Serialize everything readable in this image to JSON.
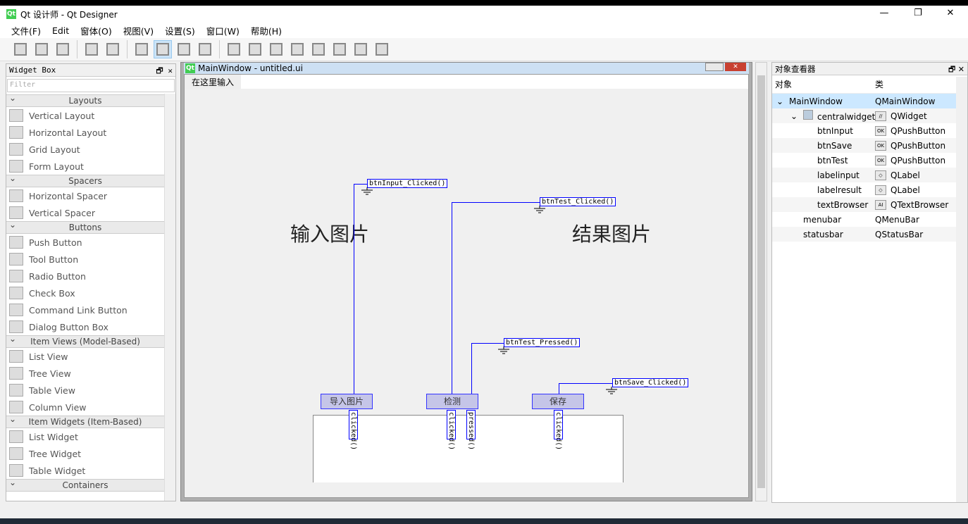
{
  "window": {
    "title": "Qt 设计师 - Qt Designer",
    "minimize": "—",
    "maximize": "❐",
    "close": "✕"
  },
  "menu": [
    "文件(F)",
    "Edit",
    "窗体(O)",
    "视图(V)",
    "设置(S)",
    "窗口(W)",
    "帮助(H)"
  ],
  "toolbar": [
    "new-file-icon",
    "open-folder-icon",
    "save-icon",
    "send-back-icon",
    "bring-front-icon",
    "edit-widgets-icon",
    "edit-signals-slots-icon",
    "edit-buddies-icon",
    "edit-tab-order-icon",
    "layout-horizontal-icon",
    "layout-vertical-icon",
    "layout-h-splitter-icon",
    "layout-v-splitter-icon",
    "layout-grid-icon",
    "layout-form-icon",
    "break-layout-icon",
    "adjust-size-icon"
  ],
  "widget_box": {
    "title": "Widget Box",
    "filter_placeholder": "Filter",
    "sections": [
      {
        "name": "Layouts",
        "items": [
          "Vertical Layout",
          "Horizontal Layout",
          "Grid Layout",
          "Form Layout"
        ]
      },
      {
        "name": "Spacers",
        "items": [
          "Horizontal Spacer",
          "Vertical Spacer"
        ]
      },
      {
        "name": "Buttons",
        "items": [
          "Push Button",
          "Tool Button",
          "Radio Button",
          "Check Box",
          "Command Link Button",
          "Dialog Button Box"
        ]
      },
      {
        "name": "Item Views (Model-Based)",
        "items": [
          "List View",
          "Tree View",
          "Table View",
          "Column View"
        ]
      },
      {
        "name": "Item Widgets (Item-Based)",
        "items": [
          "List Widget",
          "Tree Widget",
          "Table Widget"
        ]
      },
      {
        "name": "Containers",
        "items": []
      }
    ]
  },
  "form": {
    "title": "MainWindow - untitled.ui",
    "menu_placeholder": "在这里输入",
    "label_input": "输入图片",
    "label_result": "结果图片",
    "buttons": {
      "input": "导入图片",
      "test": "检测",
      "save": "保存"
    },
    "slots": {
      "input_clicked": "btnInput_Clicked()",
      "test_clicked": "btnTest_Clicked()",
      "test_pressed": "btnTest_Pressed()",
      "save_clicked": "btnSave_Clicked()"
    },
    "signals": {
      "clicked": "clicked()",
      "pressed": "pressed()"
    }
  },
  "inspector": {
    "title": "对象查看器",
    "col_object": "对象",
    "col_class": "类",
    "rows": [
      {
        "obj": "MainWindow",
        "cls": "QMainWindow",
        "level": 0
      },
      {
        "obj": "centralwidget",
        "cls": "QWidget",
        "level": 1
      },
      {
        "obj": "btnInput",
        "cls": "QPushButton",
        "level": 2
      },
      {
        "obj": "btnSave",
        "cls": "QPushButton",
        "level": 2
      },
      {
        "obj": "btnTest",
        "cls": "QPushButton",
        "level": 2
      },
      {
        "obj": "labelinput",
        "cls": "QLabel",
        "level": 2
      },
      {
        "obj": "labelresult",
        "cls": "QLabel",
        "level": 2
      },
      {
        "obj": "textBrowser",
        "cls": "QTextBrowser",
        "level": 2
      },
      {
        "obj": "menubar",
        "cls": "QMenuBar",
        "level": 1
      },
      {
        "obj": "statusbar",
        "cls": "QStatusBar",
        "level": 1
      }
    ]
  }
}
